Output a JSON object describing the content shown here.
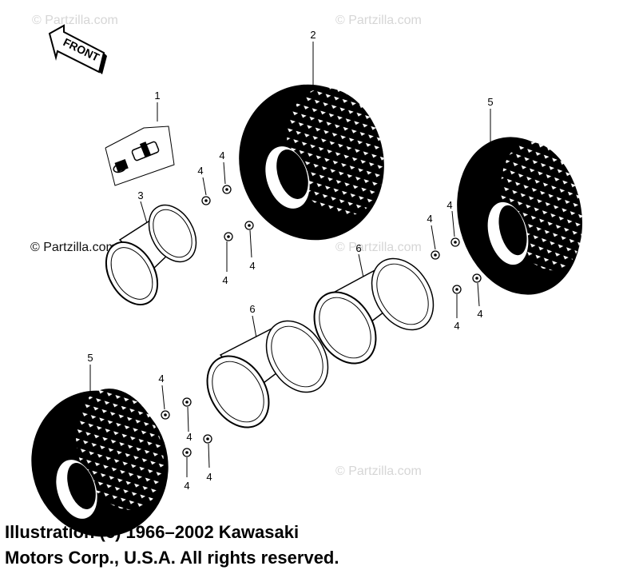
{
  "watermark": "© Partzilla.com",
  "front_label": "FRONT",
  "callouts": {
    "valve": "1",
    "tire_rear_left": "2",
    "rim_left": "3",
    "nut": "4",
    "tire_right": "5",
    "tire_front_left": "5",
    "rim_center_right": "6",
    "rim_center_left": "6"
  },
  "copyright": {
    "line1": "Illustration (c) 1966–2002 Kawasaki",
    "line2": "Motors Corp., U.S.A.  All rights reserved."
  }
}
